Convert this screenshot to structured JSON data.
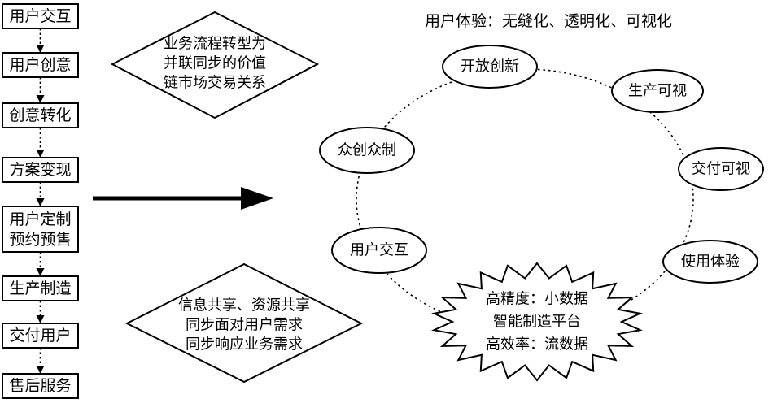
{
  "process_steps": [
    {
      "label_lines": [
        "用户交互"
      ]
    },
    {
      "label_lines": [
        "用户创意"
      ]
    },
    {
      "label_lines": [
        "创意转化"
      ]
    },
    {
      "label_lines": [
        "方案变现"
      ]
    },
    {
      "label_lines": [
        "用户定制",
        "预约预售"
      ]
    },
    {
      "label_lines": [
        "生产制造"
      ]
    },
    {
      "label_lines": [
        "交付用户"
      ]
    },
    {
      "label_lines": [
        "售后服务"
      ]
    }
  ],
  "diamond_top": {
    "lines": [
      "业务流程转型为",
      "并联同步的价值",
      "链市场交易关系"
    ]
  },
  "diamond_bottom": {
    "lines": [
      "信息共享、资源共享",
      "同步面对用户需求",
      "同步响应业务需求"
    ]
  },
  "heading": "用户体验：无缝化、透明化、可视化",
  "cycle_nodes": [
    {
      "label": "开放创新"
    },
    {
      "label": "生产可视"
    },
    {
      "label": "交付可视"
    },
    {
      "label": "使用体验"
    },
    {
      "label": "用户交互"
    },
    {
      "label": "众创众制"
    }
  ],
  "hub": {
    "lines": [
      "高精度：小数据",
      "智能制造平台",
      "高效率：流数据"
    ]
  }
}
